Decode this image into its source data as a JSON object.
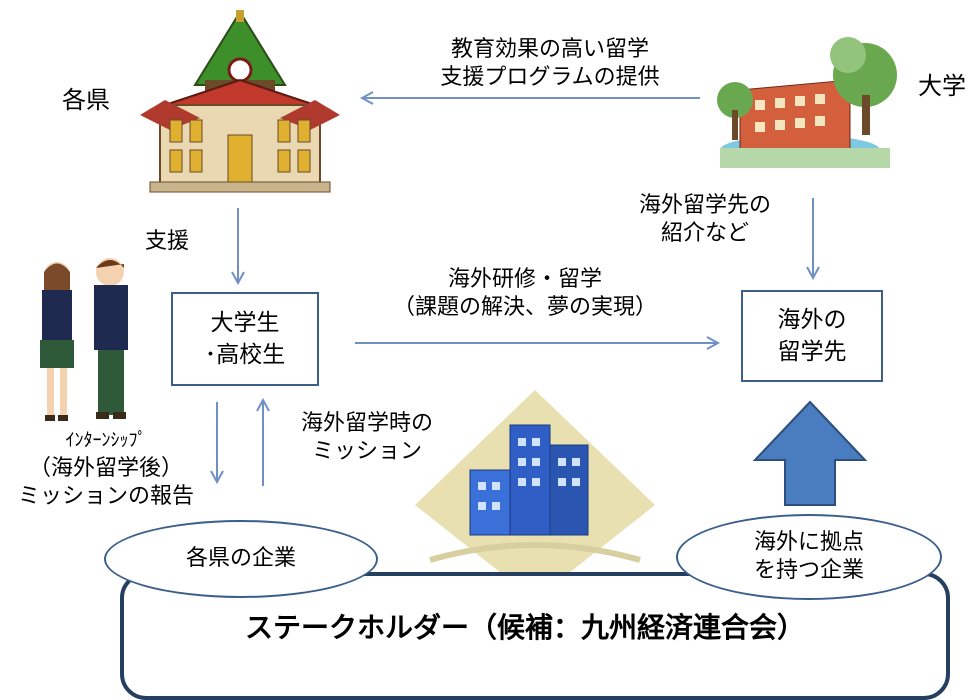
{
  "labels": {
    "prefecture": "各県",
    "university": "大学",
    "program_line1": "教育効果の高い留学",
    "program_line2": "支援プログラムの提供",
    "support": "支援",
    "study_abroad_intro_line1": "海外留学先の",
    "study_abroad_intro_line2": "紹介など",
    "training_line1": "海外研修・留学",
    "training_line2": "（課題の解決、夢の実現）",
    "internship_line1": "ｲﾝﾀｰﾝｼｯﾌﾟ",
    "internship_line2": "（海外留学後）",
    "internship_line3": "ミッションの報告",
    "mission_line1": "海外留学時の",
    "mission_line2": "ミッション"
  },
  "boxes": {
    "students_line1": "大学生",
    "students_line2": "･高校生",
    "overseas_line1": "海外の",
    "overseas_line2": "留学先"
  },
  "ellipses": {
    "local_companies": "各県の企業",
    "overseas_companies_line1": "海外に拠点",
    "overseas_companies_line2": "を持つ企業"
  },
  "stakeholder": {
    "title": "ステークホルダー（候補：九州経済連合会）"
  },
  "colors": {
    "arrow": "#6f8fc7",
    "box_border": "#3a5f8c",
    "big_arrow_fill": "#4a7dbf",
    "big_arrow_stroke": "#2c4f7c"
  }
}
